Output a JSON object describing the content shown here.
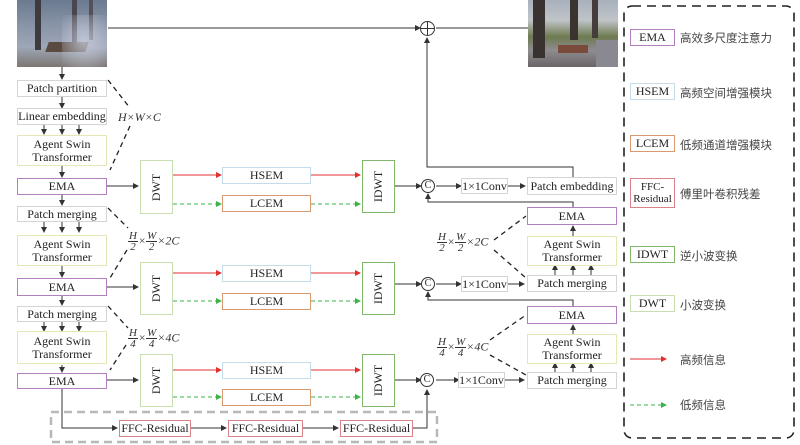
{
  "encoder": {
    "patch_partition": "Patch partition",
    "linear_embedding": "Linear embedding",
    "agent_swin": "Agent Swin Transformer",
    "ema": "EMA",
    "patch_merging": "Patch merging"
  },
  "dims": {
    "level1": {
      "prefix": "H×W×C"
    },
    "level2": {
      "h": "H",
      "hd": "2",
      "w": "W",
      "wd": "2",
      "c": "×2C"
    },
    "level3": {
      "h": "H",
      "hd": "4",
      "w": "W",
      "wd": "4",
      "c": "×4C"
    }
  },
  "branch": {
    "dwt": "DWT",
    "idwt": "IDWT",
    "hsem": "HSEM",
    "lcem": "LCEM"
  },
  "decoder": {
    "concat": "C",
    "conv": "1×1Conv",
    "patch_embedding": "Patch embedding",
    "patch_merging": "Patch merging",
    "agent_swin": "Agent Swin Transformer",
    "ema": "EMA"
  },
  "ffc": {
    "label": "FFC-Residual",
    "count": 3
  },
  "images": {
    "input": "hazy input image",
    "output": "dehazed output image"
  },
  "legend": {
    "items": [
      {
        "box": "EMA",
        "text": "高效多尺度注意力",
        "color": "#b47fc0"
      },
      {
        "box": "HSEM",
        "text": "高频空间增强模块",
        "color": "#c5dcea"
      },
      {
        "box": "LCEM",
        "text": "低频通道增强模块",
        "color": "#d99a72"
      },
      {
        "box": "FFC-Residual",
        "text": "傅里叶卷积残差",
        "color": "#d9828a"
      },
      {
        "box": "IDWT",
        "text": "逆小波变换",
        "color": "#7fb86a"
      },
      {
        "box": "DWT",
        "text": "小波变换",
        "color": "#c8e0b0"
      }
    ],
    "lines": [
      {
        "text": "高频信息",
        "color": "#e0302f",
        "style": "solid"
      },
      {
        "text": "低频信息",
        "color": "#3cb44a",
        "style": "dashed"
      }
    ]
  },
  "colors": {
    "high_freq": "#e0302f",
    "low_freq": "#3cb44a"
  }
}
